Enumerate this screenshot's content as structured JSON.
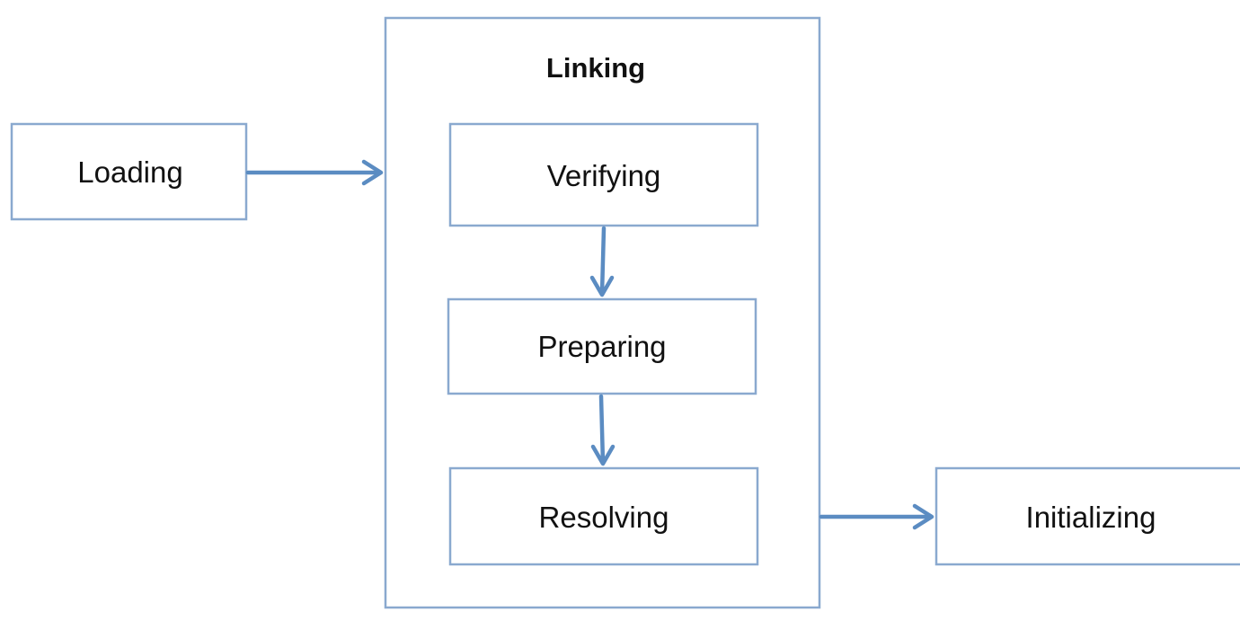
{
  "colors": {
    "box_border": "#8aa9cf",
    "arrow": "#5b8cc2",
    "text": "#111111"
  },
  "diagram": {
    "group": {
      "title": "Linking"
    },
    "nodes": {
      "loading": "Loading",
      "verifying": "Verifying",
      "preparing": "Preparing",
      "resolving": "Resolving",
      "initializing": "Initializing"
    },
    "edges": [
      {
        "from": "loading",
        "to": "linking"
      },
      {
        "from": "verifying",
        "to": "preparing"
      },
      {
        "from": "preparing",
        "to": "resolving"
      },
      {
        "from": "linking",
        "to": "initializing"
      }
    ]
  }
}
